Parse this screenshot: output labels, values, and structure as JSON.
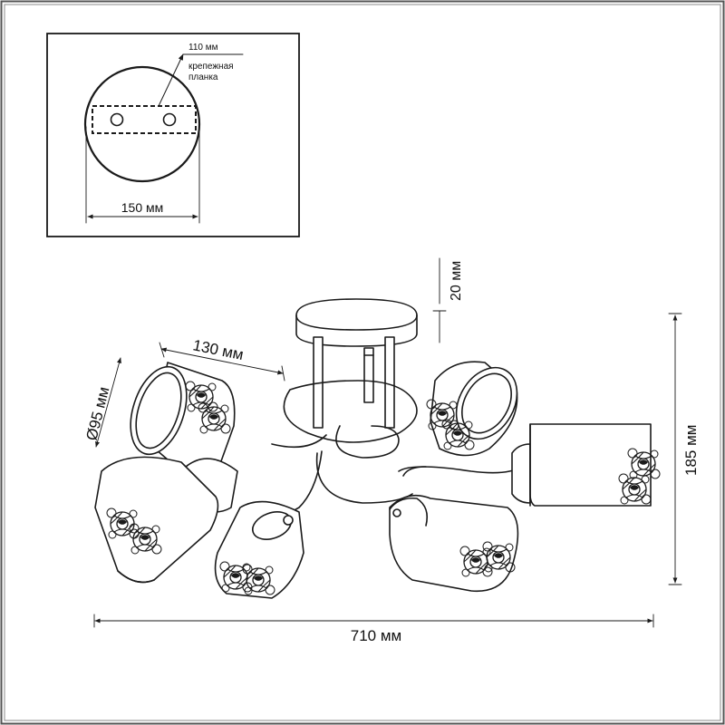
{
  "inset": {
    "bracket_size": "110 мм",
    "bracket_label_line1": "крепежная",
    "bracket_label_line2": "планка",
    "base_diameter": "150 мм"
  },
  "main": {
    "rod_height": "20 мм",
    "shade_length": "130 мм",
    "shade_diameter": "Ø95 мм",
    "total_height": "185 мм",
    "total_width": "710 мм"
  },
  "colors": {
    "line": "#1a1a1a",
    "frame_outer": "#555555",
    "background": "#ffffff"
  },
  "icons": [
    "ceiling-lamp-drawing",
    "mounting-plate-icon"
  ]
}
